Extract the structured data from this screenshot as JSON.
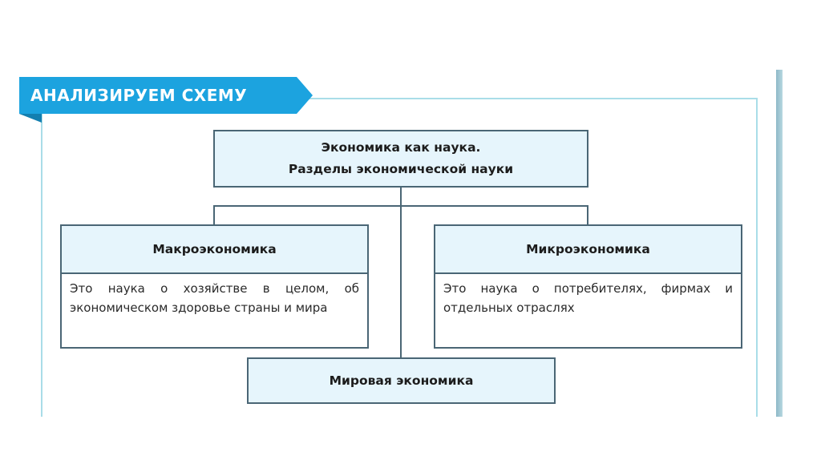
{
  "banner": {
    "title": "АНАЛИЗИРУЕМ СХЕМУ",
    "color": "#1ca3df"
  },
  "diagram": {
    "root": {
      "line1": "Экономика как наука.",
      "line2": "Разделы экономической науки"
    },
    "branches": [
      {
        "title": "Макроэкономика",
        "description": "Это наука о хозяйстве в целом, об экономическом здоровье страны и мира"
      },
      {
        "title": "Микроэкономика",
        "description": "Это наука о потребителях, фирмах и отдельных отраслях"
      }
    ],
    "bottom": {
      "title": "Мировая экономика"
    }
  },
  "colors": {
    "box_fill": "#e6f5fc",
    "box_border": "#4a6675",
    "frame_border": "#a9dde8"
  }
}
